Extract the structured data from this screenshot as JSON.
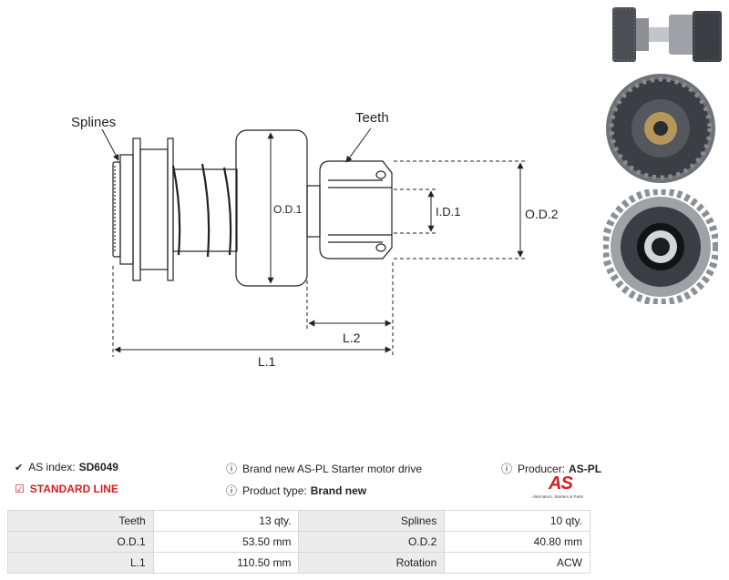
{
  "diagram": {
    "labels": {
      "splines": "Splines",
      "teeth": "Teeth",
      "od1": "O.D.1",
      "id1": "I.D.1",
      "od2": "O.D.2",
      "l1": "L.1",
      "l2": "L.2"
    }
  },
  "info": {
    "as_index_label": "AS index:",
    "as_index_value": "SD6049",
    "standard_line": "STANDARD LINE",
    "description": "Brand new AS-PL Starter motor drive",
    "product_type_label": "Product type:",
    "product_type_value": "Brand new",
    "producer_label": "Producer:",
    "producer_value": "AS-PL",
    "logo_mark": "AS",
    "logo_tagline": "Alternators, Starters & Parts"
  },
  "specs": [
    {
      "k1": "Teeth",
      "v1": "13 qty.",
      "k2": "Splines",
      "v2": "10 qty."
    },
    {
      "k1": "O.D.1",
      "v1": "53.50 mm",
      "k2": "O.D.2",
      "v2": "40.80 mm"
    },
    {
      "k1": "L.1",
      "v1": "110.50 mm",
      "k2": "Rotation",
      "v2": "ACW"
    }
  ],
  "colors": {
    "red": "#d32027",
    "line": "#222222",
    "cell_label_bg": "#ececec",
    "photo_dark": "#3a3d41",
    "photo_metal": "#9ea2a6"
  }
}
